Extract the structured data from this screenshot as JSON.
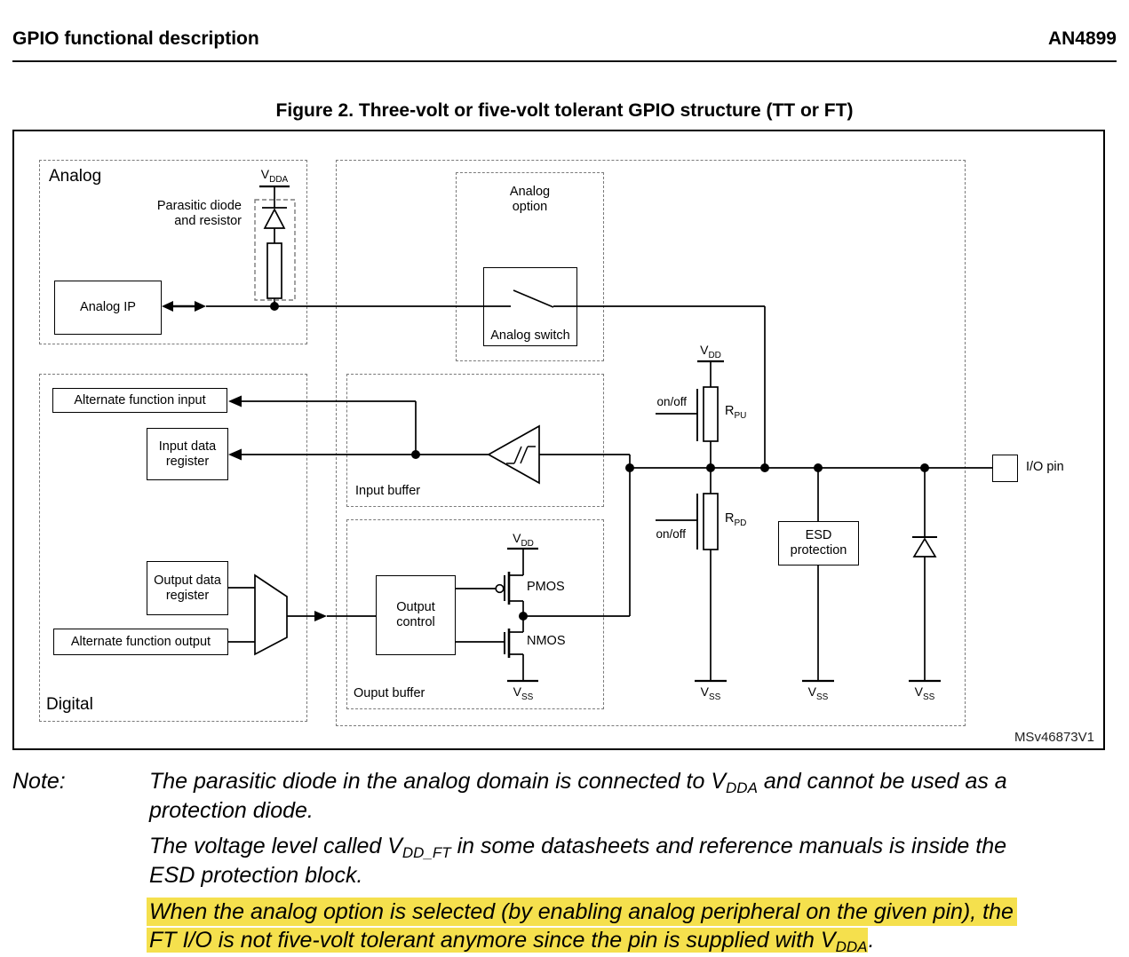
{
  "header": {
    "title": "GPIO functional description",
    "doc_id": "AN4899"
  },
  "figure": {
    "caption": "Figure 2. Three-volt or five-volt tolerant GPIO structure (TT or FT)",
    "watermark": "MSv46873V1"
  },
  "diagram": {
    "analog_label": "Analog",
    "digital_label": "Digital",
    "parasitic_line1": "Parasitic diode",
    "parasitic_line2": "and resistor",
    "analog_ip": "Analog IP",
    "analog_option_line1": "Analog",
    "analog_option_line2": "option",
    "analog_switch": "Analog switch",
    "alt_func_input": "Alternate function input",
    "input_data_register": "Input data register",
    "input_buffer": "Input buffer",
    "output_data_register": "Output data register",
    "alt_func_output": "Alternate function output",
    "output_control": "Output control",
    "output_buffer": "Ouput buffer",
    "pmos": "PMOS",
    "nmos": "NMOS",
    "on_off_pu": "on/off",
    "on_off_pd": "on/off",
    "esd_line1": "ESD",
    "esd_line2": "protection",
    "io_pin": "I/O pin",
    "v": "V",
    "r": "R",
    "sub_dda": "DDA",
    "sub_dd": "DD",
    "sub_ss": "SS",
    "sub_pu": "PU",
    "sub_pd": "PD"
  },
  "note": {
    "label": "Note:",
    "p1_a": "The parasitic diode in the analog domain is connected to V",
    "p1_sub": "DDA",
    "p1_b": " and cannot be used as a",
    "p1_line2": "protection diode.",
    "p2_a": "The voltage level called V",
    "p2_sub": "DD_FT",
    "p2_b": " in some datasheets and reference manuals is inside the",
    "p2_line2": "ESD protection block.",
    "p3_line1": "When the analog option is selected (by enabling analog peripheral on the given pin), the",
    "p3_a": "FT I/O is not five-volt tolerant anymore since the pin is supplied with V",
    "p3_sub": "DDA",
    "p3_b": "."
  },
  "colors": {
    "highlight": "#F5E04D",
    "line": "#000000",
    "dashed_box": "#7a7a7a"
  }
}
